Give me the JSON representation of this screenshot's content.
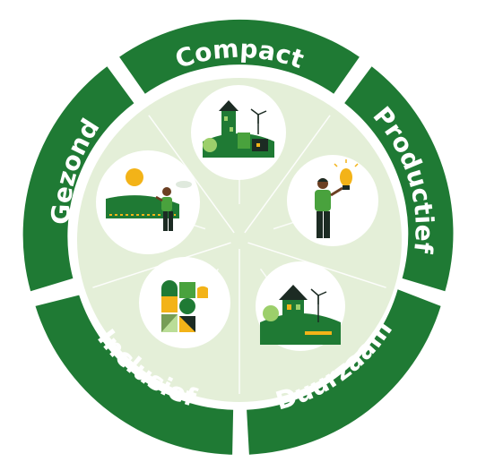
{
  "segments": [
    {
      "label": "Compact"
    },
    {
      "label": "Productief"
    },
    {
      "label": "Duurzaam"
    },
    {
      "label": "Inclusief"
    },
    {
      "label": "Gezond"
    }
  ],
  "colors": {
    "ring": "#1f7a34",
    "inner": "#e4efd8",
    "circle_bg": "#ffffff",
    "arrow": "#ffffff",
    "accent_green": "#49a23d",
    "light_green": "#9ccf6b",
    "yellow": "#f3b318",
    "dark": "#1c2b23"
  },
  "icons": [
    "village-windmill-icon",
    "person-lightbulb-icon",
    "house-solar-windmill-icon",
    "geometric-shapes-icon",
    "person-landscape-icon"
  ]
}
